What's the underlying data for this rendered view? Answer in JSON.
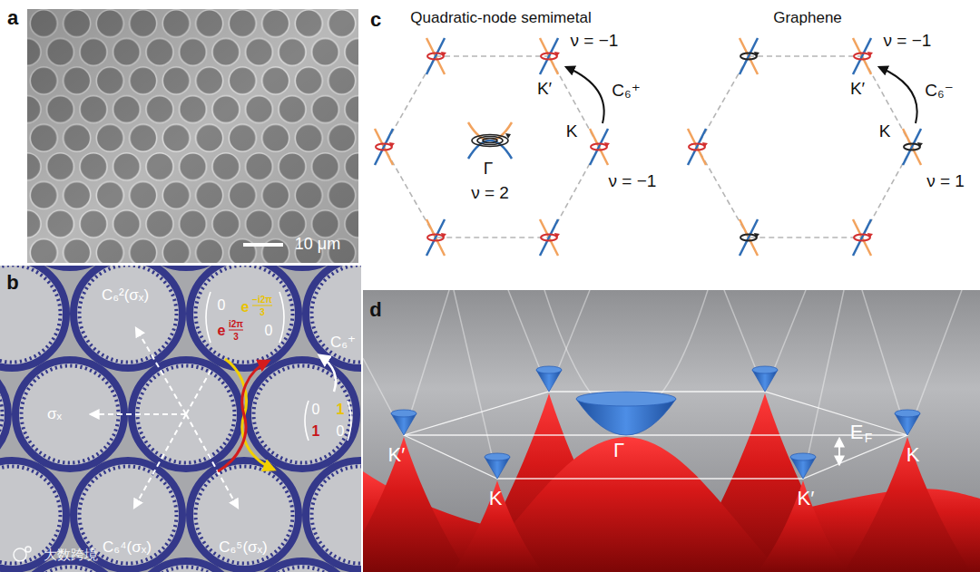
{
  "diagram": {
    "nodes": [
      {
        "text": [
          "a",
          "10 μm"
        ]
      },
      {
        "text": [
          "b",
          "C₆²(σₓ)",
          "σₓ",
          "C₆⁴(σₓ)",
          "C₆⁵(σₓ)",
          "C₆⁺",
          "0",
          "e",
          "−i2π",
          "3",
          "e",
          "i2π",
          "3",
          "0",
          "0",
          "1",
          "1",
          "0"
        ]
      },
      {
        "text": [
          "d",
          "K′",
          "K",
          "Γ",
          "K′",
          "E",
          "F",
          "K"
        ]
      }
    ],
    "labels": [
      "c",
      "Quadratic-node semimetal",
      "Graphene",
      "ν = −1",
      "K′",
      "C₆⁺",
      "K",
      "ν = −1",
      "Γ",
      "ν = 2",
      "ν = −1",
      "K′",
      "C₆⁻",
      "K",
      "ν = 1",
      "大数跨境"
    ]
  }
}
